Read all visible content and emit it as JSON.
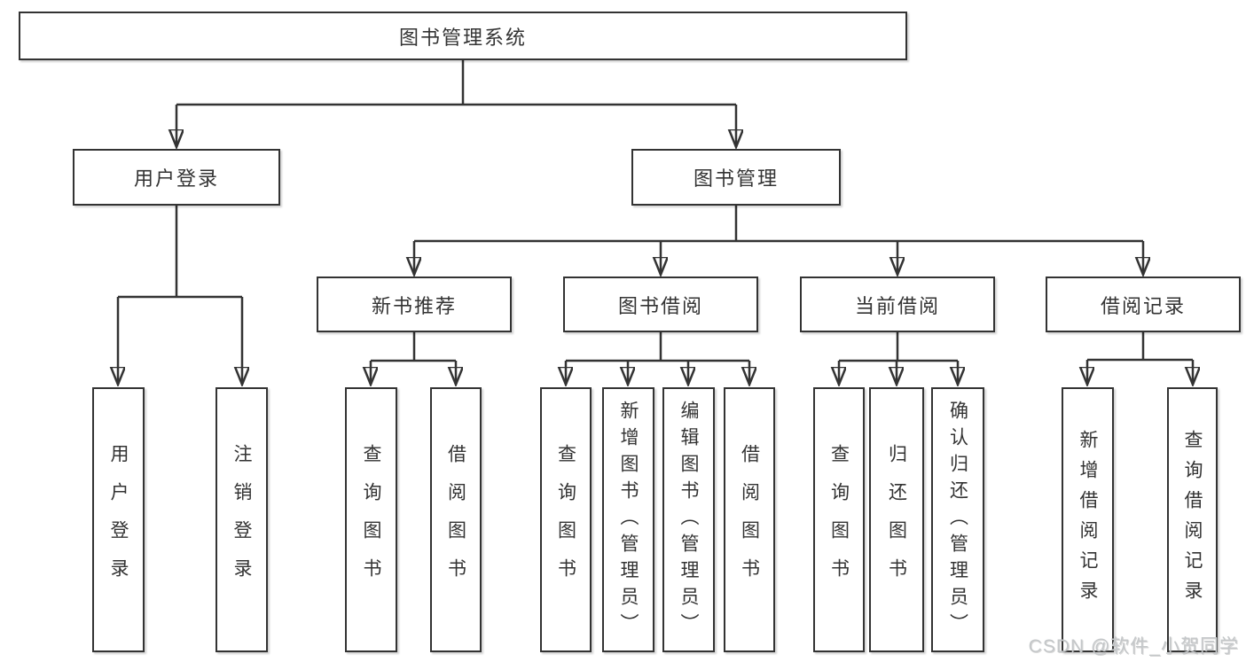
{
  "diagram": {
    "root": "图书管理系统",
    "branches": {
      "user_login": {
        "label": "用户登录",
        "children": [
          "用户登录",
          "注销登录"
        ]
      },
      "book_management": {
        "label": "图书管理",
        "sections": {
          "new_book_recommend": {
            "label": "新书推荐",
            "children": [
              "查询图书",
              "借阅图书"
            ]
          },
          "book_borrow": {
            "label": "图书借阅",
            "children": [
              "查询图书",
              "新增图书（管理员）",
              "编辑图书（管理员）",
              "借阅图书"
            ]
          },
          "current_borrow": {
            "label": "当前借阅",
            "children": [
              "查询图书",
              "归还图书",
              "确认归还（管理员）"
            ]
          },
          "borrow_record": {
            "label": "借阅记录",
            "children": [
              "新增借阅记录",
              "查询借阅记录"
            ]
          }
        }
      }
    }
  },
  "watermark": "CSDN @软件_小贺同学",
  "colors": {
    "line": "#333333",
    "border": "#333333",
    "text": "#333333",
    "watermark": "#c4c7c9",
    "background": "#ffffff"
  }
}
